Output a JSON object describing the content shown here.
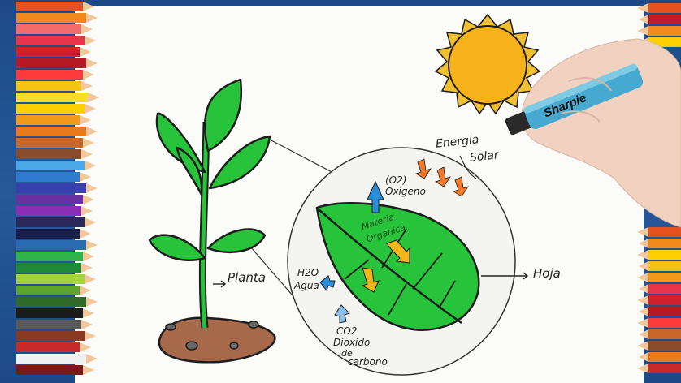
{
  "labels": {
    "planta": "Planta",
    "hoja": "Hoja",
    "energia": "Energia",
    "solar": "Solar",
    "o2": "(O2)",
    "oxigeno": "Oxigeno",
    "materia": "Materia",
    "organica": "Organica",
    "h2o": "H2O",
    "agua": "Agua",
    "co2": "CO2",
    "dioxido": "Dioxido",
    "de": "de",
    "carbono": "carbono"
  },
  "marker_brand": "Sharpie",
  "colors": {
    "leaf": "#27c43b",
    "outline": "#1d1d1d",
    "sun": "#f7b21a",
    "sun_rays": "#f0c030",
    "soil": "#a8694a",
    "arrow_blue": "#2a8fd8",
    "arrow_orange": "#f07a2a",
    "arrow_yellow": "#f2b51a",
    "marker_cap": "#46a9cf",
    "background": "#1f4f8a"
  },
  "icons": [
    "sun-icon",
    "plant-icon",
    "leaf-icon",
    "marker-icon",
    "colored-pencils-icon"
  ]
}
